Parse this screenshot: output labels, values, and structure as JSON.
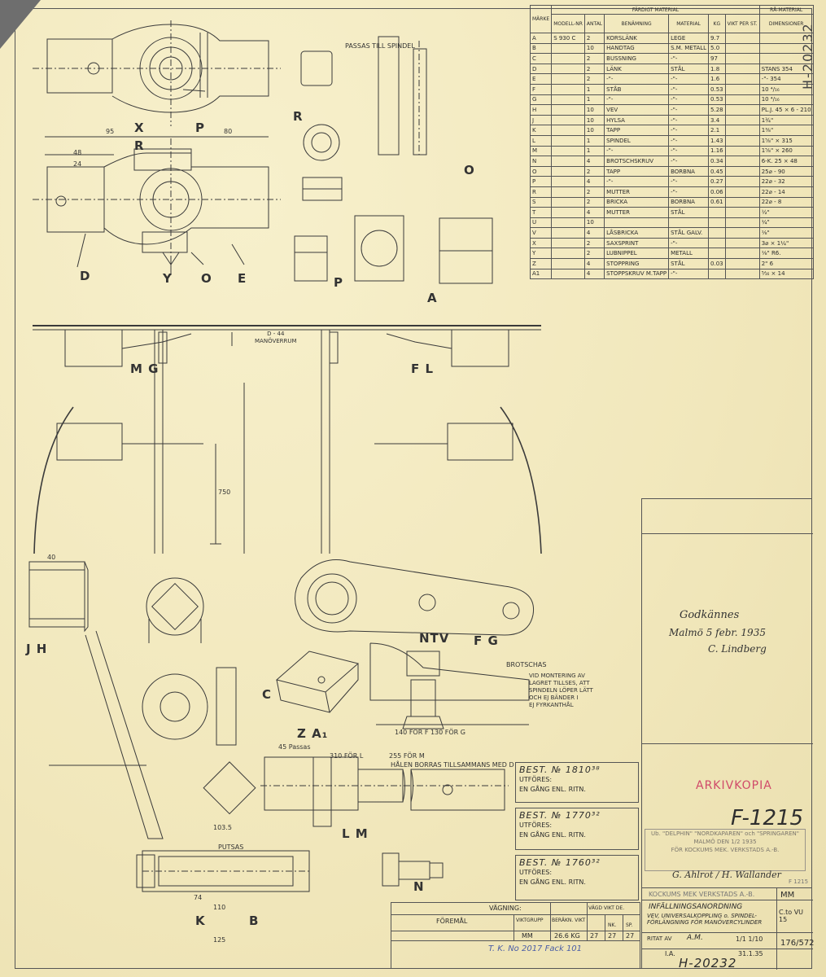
{
  "drawing_number": "H-20232",
  "drawing_number_vertical": "H-20232",
  "format_number": "F-1215",
  "archive_label": "ARKIVKOPIA",
  "parts_table": {
    "group_header": "FÄRDIGT  MATERIAL",
    "raw_header": "RÅ-MATERIAL",
    "columns": [
      "MÄRKE",
      "MODELL-NR",
      "ANTAL",
      "BENÄMNING",
      "MATERIAL",
      "KG",
      "VIKT PER ST.",
      "DIMENSIONER"
    ],
    "rows": [
      [
        "A",
        "S 930 C",
        "2",
        "KORSLÄNK",
        "LEGE",
        "9.7",
        "",
        ""
      ],
      [
        "B",
        "",
        "10",
        "HANDTAG",
        "S.M. METALL",
        "5.0",
        "",
        ""
      ],
      [
        "C",
        "",
        "2",
        "BUSSNING",
        "-\"-",
        "97",
        "",
        ""
      ],
      [
        "D",
        "",
        "2",
        "LÄNK",
        "STÅL",
        "1.8",
        "",
        "STANS 354"
      ],
      [
        "E",
        "",
        "2",
        "-\"-",
        "-\"-",
        "1.6",
        "",
        "-\"-  354"
      ],
      [
        "F",
        "",
        "1",
        "STÅB",
        "-\"-",
        "0.53",
        "",
        "10 ⁴/₁₆"
      ],
      [
        "G",
        "",
        "1",
        "-\"-",
        "-\"-",
        "0.53",
        "",
        "10 ⁴/₁₆"
      ],
      [
        "H",
        "",
        "10",
        "VEV",
        "-\"-",
        "5.28",
        "",
        "PL.J. 45 × 6 - 210"
      ],
      [
        "J",
        "",
        "10",
        "HYLSA",
        "-\"-",
        "3.4",
        "",
        "1¾\""
      ],
      [
        "K",
        "",
        "10",
        "TAPP",
        "-\"-",
        "2.1",
        "",
        "1⅜\""
      ],
      [
        "L",
        "",
        "1",
        "SPINDEL",
        "-\"-",
        "1.43",
        "",
        "1⅝\" × 315"
      ],
      [
        "M",
        "",
        "1",
        "-\"-",
        "-\"-",
        "1.16",
        "",
        "1⅝\" × 260"
      ],
      [
        "N",
        "",
        "4",
        "BROTSCHSKRUV",
        "-\"-",
        "0.34",
        "",
        "6-K. 25 × 48"
      ],
      [
        "O",
        "",
        "2",
        "TAPP",
        "BORBNA",
        "0.45",
        "",
        "25⌀ - 90"
      ],
      [
        "P",
        "",
        "4",
        "-\"-",
        "-\"-",
        "0.27",
        "",
        "22⌀ - 32"
      ],
      [
        "R",
        "",
        "2",
        "MUTTER",
        "-\"-",
        "0.06",
        "",
        "22⌀ - 14"
      ],
      [
        "S",
        "",
        "2",
        "BRICKA",
        "BORBNA",
        "0.61",
        "",
        "22⌀ - 8"
      ],
      [
        "T",
        "",
        "4",
        "MUTTER",
        "STÅL",
        "",
        "",
        "½\""
      ],
      [
        "U",
        "",
        "10",
        "",
        "",
        "",
        "",
        "¼\""
      ],
      [
        "V",
        "",
        "4",
        "LÅSBRICKA",
        "STÅL GALV.",
        "",
        "",
        "⅛\""
      ],
      [
        "X",
        "",
        "2",
        "SAXSPRINT",
        "-\"-",
        "",
        "",
        "3⌀ × 1¼\""
      ],
      [
        "Y",
        "",
        "2",
        "LUBNIPPEL",
        "METALL",
        "",
        "",
        "⅛\" R6."
      ],
      [
        "Z",
        "",
        "4",
        "STOPPRING",
        "STÅL",
        "0.03",
        "",
        "2\" 6"
      ],
      [
        "A1",
        "",
        "4",
        "STOPPSKRUV M.TAPP",
        "-\"-",
        "",
        "",
        "⁵⁄₁₆ × 14"
      ]
    ]
  },
  "view_labels": {
    "X": "X",
    "P": "P",
    "R": "R",
    "D": "D",
    "Y": "Y",
    "O": "O",
    "E": "E",
    "R2": "R",
    "O2": "O",
    "P2": "P",
    "A": "A",
    "MG": "M G",
    "FL": "F L",
    "JH": "J  H",
    "C": "C",
    "NTV": "NTV",
    "FG": "F G",
    "ZA": "Z  A₁",
    "LM": "L M",
    "K": "K",
    "B": "B",
    "N": "N"
  },
  "dimension_notes": {
    "passas_till_spindel": "PASSAS TILL SPINDEL",
    "manoverrum": "D - 44\nMANÖVERRUM",
    "brotschas": "BROTSCHAS",
    "passas": "45 Passas",
    "hal_borras": "HÅLEN BORRAS TILLSAMMANS MED D",
    "for_m": "255 FÖR M",
    "for_l": "310 FÖR L",
    "puts": "PUTSAS",
    "length_fg": "140 FÖR F  130 FÖR G",
    "d95": "95",
    "d80": "80",
    "d48": "48",
    "d24": "24",
    "d750": "750",
    "d40": "40",
    "d103": "103.5",
    "d125": "125",
    "d110": "110",
    "d74": "74"
  },
  "assembly_note": "VID MONTERING AV\nLAGRET TILLSES, ATT\nSPINDELN LÖPER LÄTT\nOCH EJ BÄNDER I\nEJ FYRKANTHÅL",
  "orders": [
    {
      "label": "BEST. № 1810³⁸",
      "line1": "UTFÖRES:",
      "line2": "EN GÅNG ENL. RITN."
    },
    {
      "label": "BEST. № 1770³²",
      "line1": "UTFÖRES:",
      "line2": "EN GÅNG ENL. RITN."
    },
    {
      "label": "BEST. № 1760³²",
      "line1": "UTFÖRES:",
      "line2": "EN GÅNG ENL. RITN."
    }
  ],
  "signature_block": {
    "line1": "Godkännes",
    "line2": "Malmö 5 febr. 1935",
    "line3": "C. Lindberg"
  },
  "stamp": {
    "line1": "Ub. \"DELPHIN\" \"NORDKAPAREN\" och \"SPRINGAREN\"",
    "line2": "MALMÖ DEN 1/2 1935",
    "line3": "FÖR KOCKUMS MEK. VERKSTADS A.-B.",
    "signature": "G. Ahlrot / H. Wallander"
  },
  "weighing": {
    "title": "VÄGNING:",
    "head": [
      "FÖREMÅL",
      "VIKTGRUPP",
      "BERÄKN. VIKT",
      "VÄGD VIKT DE.",
      "NK.",
      "SP."
    ],
    "row": [
      "",
      "MM",
      "26.6 KG",
      "27",
      "27",
      "27"
    ]
  },
  "title_block": {
    "company": "KOCKUMS MEK VERKSTADS A.-B.",
    "code": "MM",
    "subject": "INFÄLLNINGSANORDNING",
    "description": "VEV, UNIVERSALKOPPLING o. SPINDEL-\nFÖRLÄNGNING FÖR MANÖVERCYLINDER",
    "cto": "C.to VU 15",
    "drawn_by": "A.M.",
    "scale": "1/1  1/10",
    "date": "31.1.35",
    "sheet": "176/572",
    "ritat_av": "RITAT AV",
    "ia": "I.A.",
    "f_ref": "F 1215"
  },
  "footer_reference": "T. K. No 2017 Fack 101"
}
